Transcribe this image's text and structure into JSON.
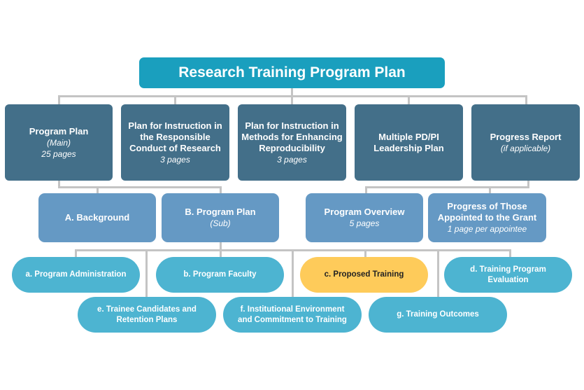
{
  "title": "Research Training Program Plan",
  "level1": [
    {
      "label": "Program Plan",
      "note1": "(Main)",
      "note2": "25 pages"
    },
    {
      "label": "Plan for Instruction in the Responsible Conduct of Research",
      "note1": "3 pages"
    },
    {
      "label": "Plan for Instruction in Methods for Enhancing Reproducibility",
      "note1": "3 pages"
    },
    {
      "label": "Multiple PD/PI Leadership Plan"
    },
    {
      "label": "Progress Report",
      "note1": "(if applicable)"
    }
  ],
  "level2": [
    {
      "label": "A. Background"
    },
    {
      "label": "B. Program Plan",
      "note1": "(Sub)"
    },
    {
      "label": "Program Overview",
      "note1": "5 pages"
    },
    {
      "label": "Progress of Those Appointed to the Grant",
      "note1": "1 page per appointee"
    }
  ],
  "level3": [
    {
      "label": "a. Program Administration"
    },
    {
      "label": "b. Program Faculty"
    },
    {
      "label": "c. Proposed Training",
      "highlighted": true
    },
    {
      "label": "d. Training Program Evaluation"
    },
    {
      "label": "e. Trainee Candidates and Retention Plans"
    },
    {
      "label": "f. Institutional Environment and Commitment to Training"
    },
    {
      "label": "g. Training Outcomes"
    }
  ],
  "colors": {
    "title": "#1a9fbe",
    "level1": "#436f89",
    "level2": "#6599c4",
    "level3": "#4db4d1",
    "highlight": "#fecb5a",
    "connector": "#c4c4c4"
  }
}
